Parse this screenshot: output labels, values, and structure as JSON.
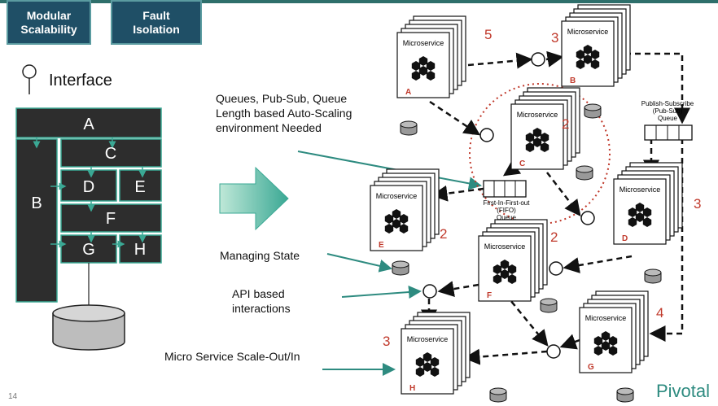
{
  "header": {
    "tab1": "Modular\nScalability",
    "tab2": "Fault\nIsolation"
  },
  "legend": {
    "interface_label": "Interface"
  },
  "blocks": [
    "A",
    "B",
    "C",
    "D",
    "E",
    "F",
    "G",
    "H"
  ],
  "annotations": {
    "queues": "Queues, Pub-Sub, Queue\nLength based Auto-Scaling\nenvironment Needed",
    "state": "Managing State",
    "api": "API based\ninteractions",
    "scale": "Micro Service Scale-Out/In"
  },
  "services": [
    {
      "id": "A",
      "label": "Microservice",
      "count": "5"
    },
    {
      "id": "B",
      "label": "Microservice",
      "count": "3"
    },
    {
      "id": "C",
      "label": "Microservice",
      "count": "2"
    },
    {
      "id": "D",
      "label": "Microservice",
      "count": "3"
    },
    {
      "id": "E",
      "label": "Microservice",
      "count": "2"
    },
    {
      "id": "F",
      "label": "Microservice",
      "count": "2"
    },
    {
      "id": "G",
      "label": "Microservice",
      "count": "4"
    },
    {
      "id": "H",
      "label": "Microservice",
      "count": "3"
    }
  ],
  "queues": {
    "fifo": "First-In-First-out\n(FIFO)\nQueue",
    "pubsub": "Publish-Subscribe\n(Pub-Sub)\nQueue"
  },
  "footer": {
    "slide_number": "14",
    "brand": "Pivotal"
  },
  "colors": {
    "header_bg": "#1f4f66",
    "block_dark": "#2d2d2d",
    "block_border": "#3aa894",
    "accent_red": "#c0392b",
    "arrow_teal": "#2e8b80"
  }
}
